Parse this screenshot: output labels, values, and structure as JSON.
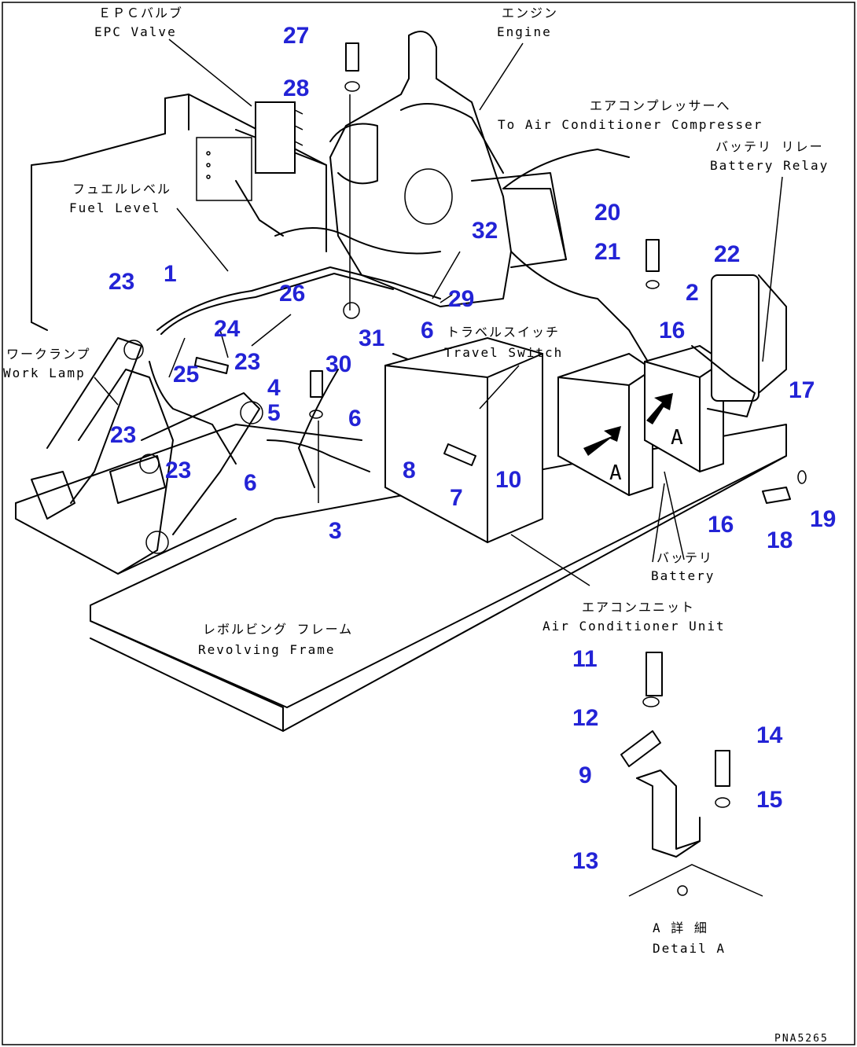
{
  "labels": {
    "epc_jp": "ＥＰＣバルブ",
    "epc_en": "EPC Valve",
    "engine_jp": "エンジン",
    "engine_en": "Engine",
    "compressor_jp": "エアコンプレッサーへ",
    "compressor_en": "To Air Conditioner Compresser",
    "relay_jp": "バッテリ リレー",
    "relay_en": "Battery Relay",
    "fuel_jp": "フュエルレベル",
    "fuel_en": "Fuel Level",
    "worklamp_jp": "ワークランプ",
    "worklamp_en": "Work Lamp",
    "travel_jp": "トラベルスイッチ",
    "travel_en": "Travel Switch",
    "battery_jp": "バッテリ",
    "battery_en": "Battery",
    "aircon_jp": "エアコンユニット",
    "aircon_en": "Air Conditioner Unit",
    "frame_jp": "レボルビング フレーム",
    "frame_en": "Revolving Frame",
    "detail_jp": "A 詳 細",
    "detail_en": "Detail A",
    "battery_mark": "A",
    "code": "PNA5265"
  },
  "callouts": [
    "1",
    "2",
    "3",
    "4",
    "5",
    "6",
    "7",
    "8",
    "9",
    "10",
    "11",
    "12",
    "13",
    "14",
    "15",
    "16",
    "17",
    "18",
    "19",
    "20",
    "21",
    "22",
    "23",
    "24",
    "25",
    "26",
    "27",
    "28",
    "29",
    "30",
    "31",
    "32"
  ]
}
